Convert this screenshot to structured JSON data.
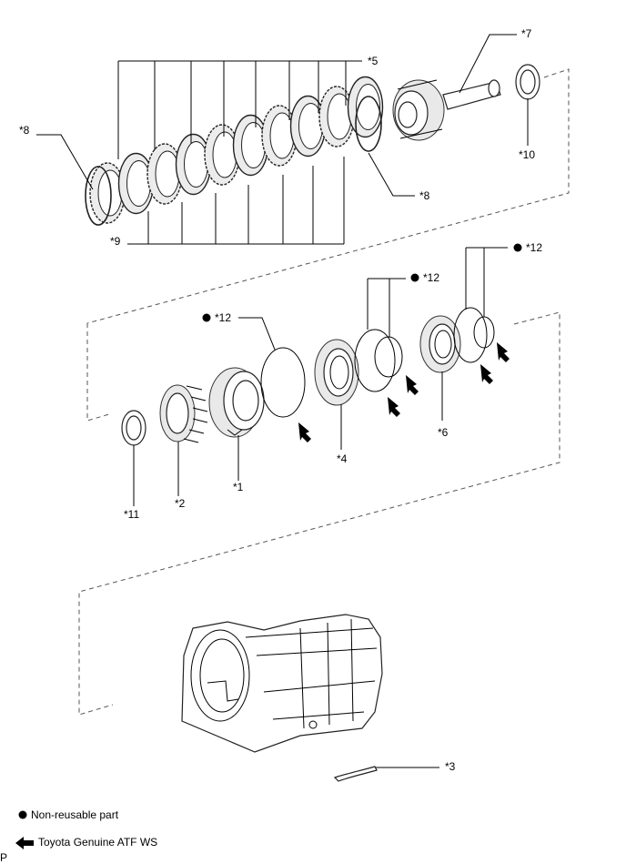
{
  "callouts": {
    "p1": "*1",
    "p2": "*2",
    "p3": "*3",
    "p4": "*4",
    "p5": "*5",
    "p6": "*6",
    "p7": "*7",
    "p8a": "*8",
    "p8b": "*8",
    "p9": "*9",
    "p10": "*10",
    "p11": "*11",
    "p12a": "*12",
    "p12b": "*12",
    "p12c": "*12"
  },
  "legend": {
    "nonreusable": "Non-reusable part",
    "atf": "Toyota Genuine ATF WS"
  },
  "corner_mark": "P",
  "icons": {
    "dot": "filled-circle-icon",
    "arrow": "left-pointing-arrow-icon"
  },
  "colors": {
    "ink": "#000000",
    "background": "#ffffff"
  }
}
